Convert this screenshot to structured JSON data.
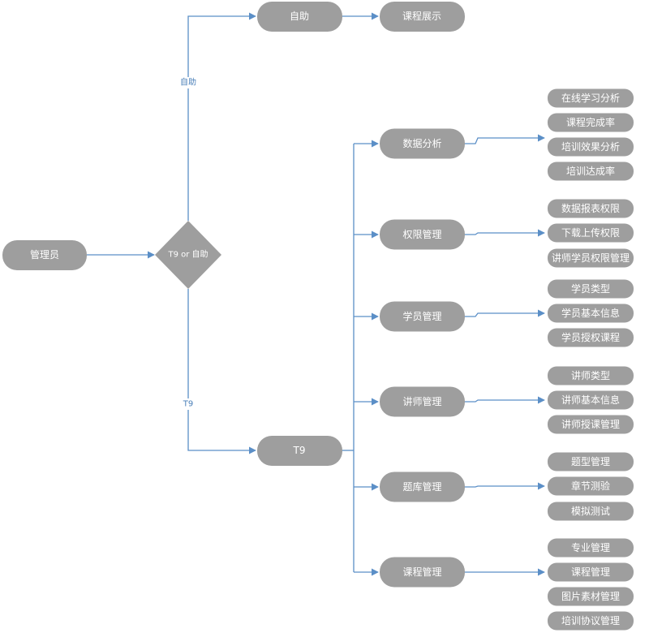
{
  "nodes": {
    "admin": "管理员",
    "decision": "T9 or 自助",
    "self_service": "自助",
    "course_display": "课程展示",
    "t9": "T9"
  },
  "edge_labels": {
    "self_service": "自助",
    "t9": "T9"
  },
  "branches": [
    {
      "label": "数据分析",
      "leaves": [
        "在线学习分析",
        "课程完成率",
        "培训效果分析",
        "培训达成率"
      ]
    },
    {
      "label": "权限管理",
      "leaves": [
        "数据报表权限",
        "下载上传权限",
        "讲师学员权限管理"
      ]
    },
    {
      "label": "学员管理",
      "leaves": [
        "学员类型",
        "学员基本信息",
        "学员授权课程"
      ]
    },
    {
      "label": "讲师管理",
      "leaves": [
        "讲师类型",
        "讲师基本信息",
        "讲师授课管理"
      ]
    },
    {
      "label": "题库管理",
      "leaves": [
        "题型管理",
        "章节测验",
        "模拟测试"
      ]
    },
    {
      "label": "课程管理",
      "leaves": [
        "专业管理",
        "课程管理",
        "图片素材管理",
        "培训协议管理"
      ]
    }
  ],
  "colors": {
    "node": "#9e9e9e",
    "edge": "#5b8fc7",
    "text": "#ffffff"
  }
}
